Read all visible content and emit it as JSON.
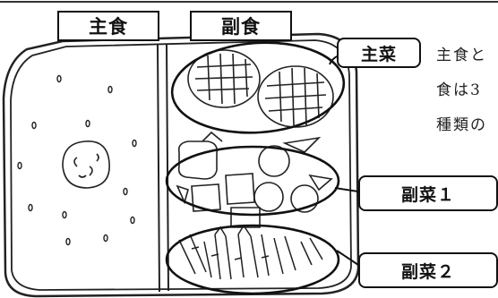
{
  "labels": {
    "shushoku": "主食",
    "fukushoku": "副食",
    "shusai": "主菜",
    "fukusai1": "副菜１",
    "fukusai2": "副菜２"
  },
  "caption_lines": [
    "主食と",
    "食は3",
    "種類の"
  ]
}
